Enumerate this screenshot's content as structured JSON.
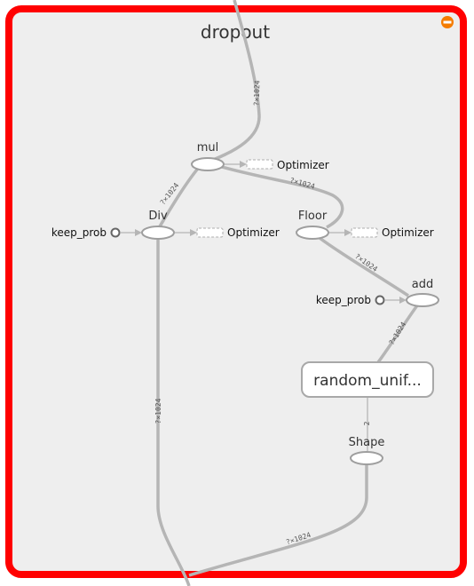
{
  "group": {
    "title": "dropout",
    "frame_color": "#ff0000",
    "background": "#eeeeee",
    "collapse_icon_color": "#f57c00"
  },
  "nodes": {
    "mul": "mul",
    "div": "Div",
    "floor": "Floor",
    "add": "add",
    "random_uniform": "random_unif...",
    "shape": "Shape",
    "keep_prob_div": "keep_prob",
    "keep_prob_add": "keep_prob",
    "optimizer_mul": "Optimizer",
    "optimizer_div": "Optimizer",
    "optimizer_floor": "Optimizer"
  },
  "edges": {
    "in_to_mul": "?×1024",
    "div_to_mul": "?×1024",
    "mul_to_floor": "?×1024",
    "floor_to_add": "?×1024",
    "add_to_random": "?×1024",
    "random_to_shape": "2",
    "bottom_left": "?×1024",
    "shape_to_bottom": "?×1024"
  }
}
